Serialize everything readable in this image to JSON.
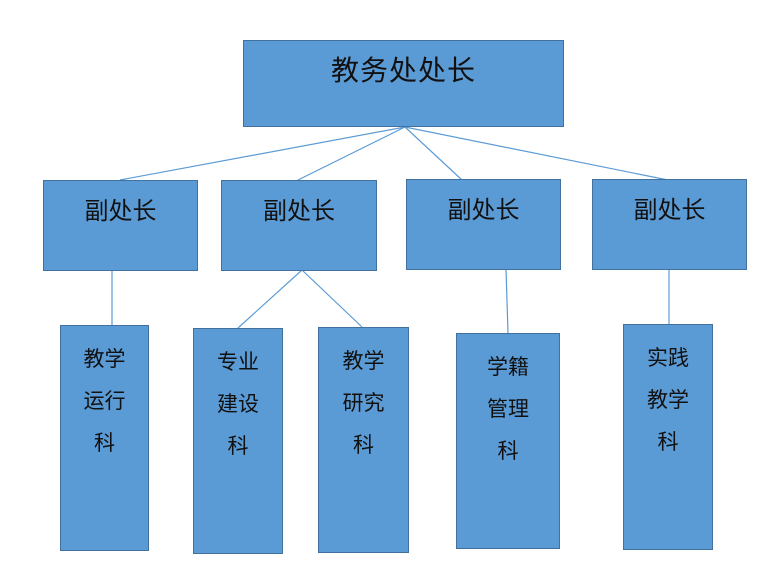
{
  "chart": {
    "root": {
      "label": "教务处处长"
    },
    "deputies": [
      {
        "label": "副处长"
      },
      {
        "label": "副处长"
      },
      {
        "label": "副处长"
      },
      {
        "label": "副处长"
      }
    ],
    "sections": [
      {
        "label": "教学\n运行\n科"
      },
      {
        "label": "专业\n建设\n科"
      },
      {
        "label": "教学\n研究\n科"
      },
      {
        "label": "学籍\n管理\n科"
      },
      {
        "label": "实践\n教学\n科"
      }
    ]
  },
  "colors": {
    "box_fill": "#5b9bd5",
    "box_border": "#41719c",
    "connector": "#5b9bd5"
  }
}
